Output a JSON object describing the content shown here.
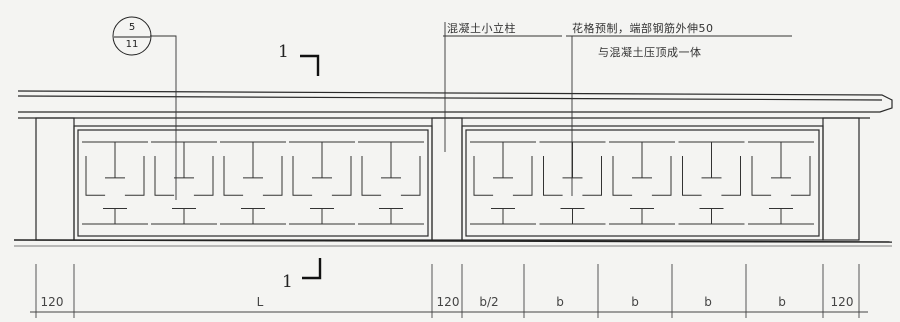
{
  "detail_ref": {
    "number": "5",
    "sheet": "11"
  },
  "section_marks": {
    "top": "1",
    "bottom": "1"
  },
  "notes": {
    "post": "混凝土小立柱",
    "panel": "花格预制，端部钢筋外伸50",
    "panel_line2": "与混凝土压顶成一体"
  },
  "dimensions": [
    "120",
    "L",
    "120",
    "b/2",
    "b",
    "b",
    "b",
    "b",
    "120"
  ]
}
